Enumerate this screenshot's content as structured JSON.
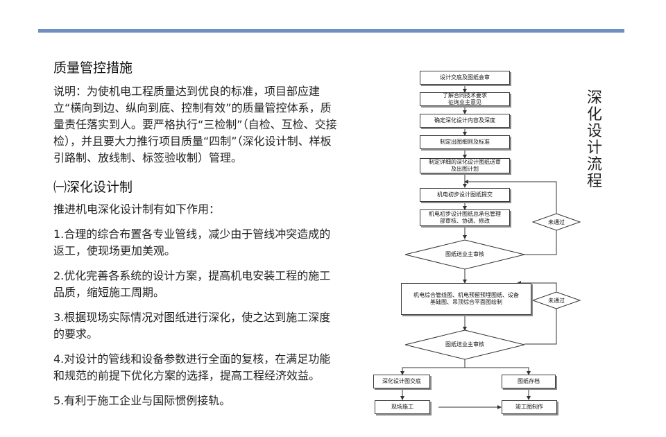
{
  "heading": "质量管控措施",
  "description": "说明：为使机电工程质量达到优良的标准，项目部应建立“横向到边、纵向到底、控制有效”的质量管控体系，质量责任落实到人。要严格执行“三检制”（自检、互检、交接检），并且要大力推行项目质量“四制”（深化设计制、样板引路制、放线制、标签验收制）管理。",
  "section_title": "㈠深化设计制",
  "intro": "推进机电深化设计制有如下作用：",
  "items": [
    "1.合理的综合布置各专业管线，减少由于管线冲突造成的返工，使现场更加美观。",
    "2.优化完善各系统的设计方案，提高机电安装工程的施工品质，缩短施工周期。",
    "3.根据现场实际情况对图纸进行深化，使之达到施工深度的要求。",
    "4.对设计的管线和设备参数进行全面的复核，在满足功能和规范的前提下优化方案的选择，提高工程经济效益。",
    "5.有利于施工企业与国际惯例接轨。"
  ],
  "flowchart": {
    "title": "深化设计流程",
    "steps": [
      "设计交底及图纸会审",
      "了解合同技术要求\n征询业主意见",
      "确定深化设计内容及深度",
      "制定出图细则及标准",
      "制定详细的深化设计图纸送审\n及出图计划",
      "机电初步设计图纸提交",
      "机电初步设计图纸总承包管理\n部审核、协调、修改",
      "机电综合管线图、机电预留预埋图纸、设备\n基础图、吊顶综合平面图绘制"
    ],
    "decision_1": "图纸送业主审核",
    "decision_2": "图纸送业主审核",
    "reject_1": "未通过",
    "reject_2": "未通过",
    "out_left_1": "深化设计图交底",
    "out_right_1": "图纸存档",
    "out_left_2": "现场施工",
    "out_right_2": "竣工图制作"
  }
}
